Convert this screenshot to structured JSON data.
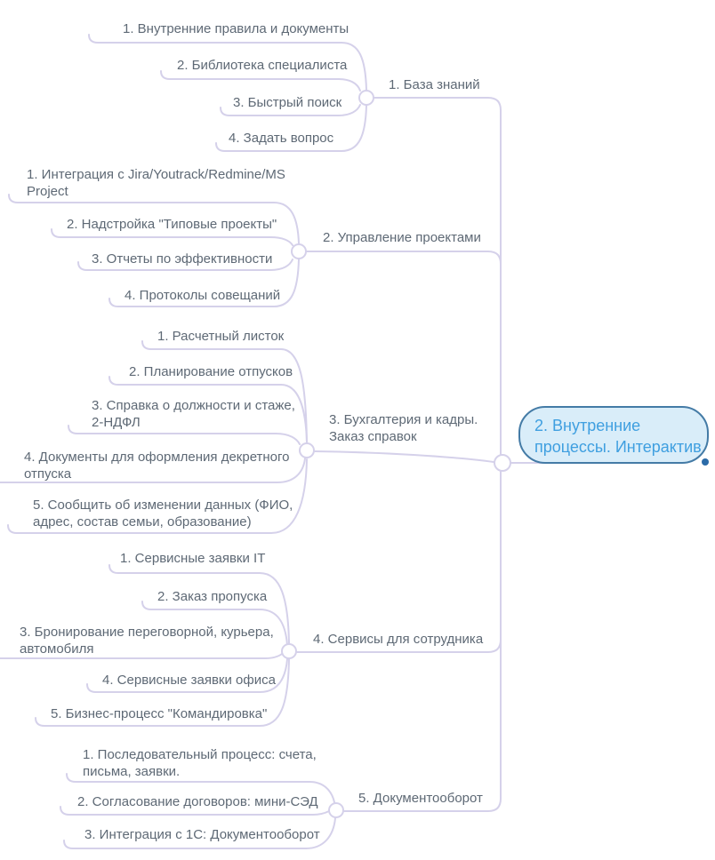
{
  "title": "2. Внутренние процессы. Интерактив",
  "colors": {
    "connector": "#d5d1ea",
    "label_text": "#5e6975",
    "junction_fill": "#ffffff",
    "root_fill": "#d9edf9",
    "root_border": "#447ba6",
    "root_text": "#3f9fe0",
    "root_dot": "#2b6ba8"
  },
  "root": {
    "lines": [
      "2. Внутренние",
      "процессы. Интерактив"
    ]
  },
  "branches": [
    {
      "label_lines": [
        "1. База знаний"
      ],
      "children": [
        {
          "lines": [
            "1. Внутренние правила и документы"
          ]
        },
        {
          "lines": [
            "2. Библиотека специалиста"
          ]
        },
        {
          "lines": [
            "3. Быстрый поиск"
          ]
        },
        {
          "lines": [
            "4. Задать вопрос"
          ]
        }
      ]
    },
    {
      "label_lines": [
        "2. Управление проектами"
      ],
      "children": [
        {
          "lines": [
            "1. Интеграция с Jira/Youtrack/Redmine/MS",
            "Project"
          ]
        },
        {
          "lines": [
            "2. Надстройка \"Типовые проекты\""
          ]
        },
        {
          "lines": [
            "3. Отчеты по эффективности"
          ]
        },
        {
          "lines": [
            "4. Протоколы совещаний"
          ]
        }
      ]
    },
    {
      "label_lines": [
        "3. Бухгалтерия и кадры.",
        "Заказ справок"
      ],
      "children": [
        {
          "lines": [
            "1. Расчетный листок"
          ]
        },
        {
          "lines": [
            "2. Планирование отпусков"
          ]
        },
        {
          "lines": [
            "3. Справка о должности и стаже,",
            "2-НДФЛ"
          ]
        },
        {
          "lines": [
            "4. Документы для оформления декретного",
            "отпуска"
          ]
        },
        {
          "lines": [
            "5. Сообщить об изменении данных (ФИО,",
            "адрес, состав семьи, образование)"
          ]
        }
      ]
    },
    {
      "label_lines": [
        "4. Сервисы для сотрудника"
      ],
      "children": [
        {
          "lines": [
            "1. Сервисные заявки IT"
          ]
        },
        {
          "lines": [
            "2. Заказ пропуска"
          ]
        },
        {
          "lines": [
            "3. Бронирование переговорной, курьера,",
            "автомобиля"
          ]
        },
        {
          "lines": [
            "4. Сервисные заявки офиса"
          ]
        },
        {
          "lines": [
            "5. Бизнес-процесс \"Командировка\""
          ]
        }
      ]
    },
    {
      "label_lines": [
        "5. Документооборот"
      ],
      "children": [
        {
          "lines": [
            "1. Последовательный процесс: счета,",
            "письма, заявки."
          ]
        },
        {
          "lines": [
            "2. Согласование договоров: мини-СЭД"
          ]
        },
        {
          "lines": [
            "3. Интеграция с 1С: Документооборот"
          ]
        }
      ]
    }
  ]
}
